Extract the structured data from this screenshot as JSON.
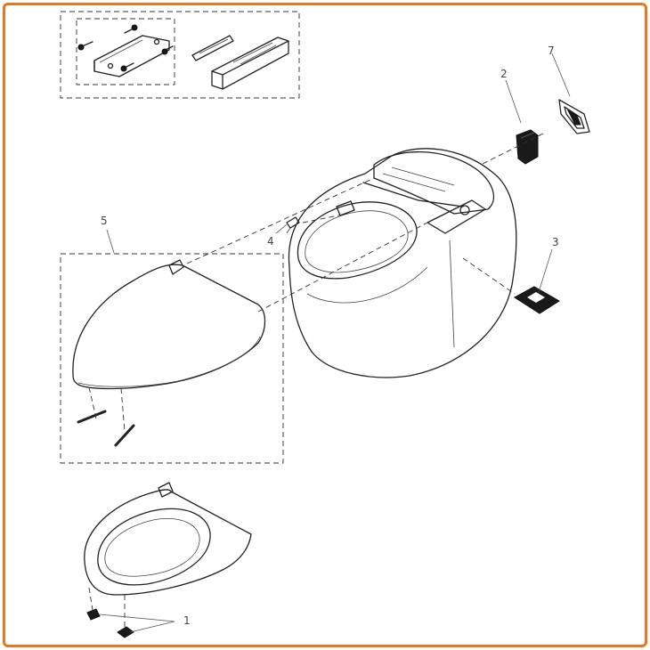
{
  "diagram": {
    "type": "exploded-parts-view",
    "frame_color": "#e87722",
    "callouts": [
      {
        "id": "1",
        "label": "1"
      },
      {
        "id": "2",
        "label": "2"
      },
      {
        "id": "3",
        "label": "3"
      },
      {
        "id": "4",
        "label": "4"
      },
      {
        "id": "5",
        "label": "5"
      },
      {
        "id": "7",
        "label": "7"
      }
    ],
    "parts": [
      {
        "icon": "wall-bracket-icon"
      },
      {
        "icon": "remote-control-icon"
      },
      {
        "icon": "toilet-body-icon"
      },
      {
        "icon": "lid-icon"
      },
      {
        "icon": "seat-ring-icon"
      },
      {
        "icon": "bumper-icon"
      },
      {
        "icon": "filter-cartridge-icon"
      },
      {
        "icon": "nameplate-icon"
      },
      {
        "icon": "label-tag-icon"
      },
      {
        "icon": "screw-icon"
      },
      {
        "icon": "hinge-pin-icon"
      }
    ]
  }
}
